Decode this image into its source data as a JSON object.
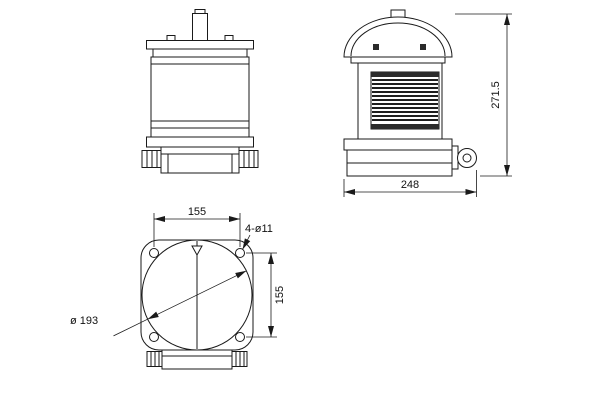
{
  "drawing": {
    "background": "#ffffff",
    "line_color": "#1a1a1a",
    "dimensions": {
      "overall_height": "271.5",
      "base_width": "248",
      "bolt_spacing_horizontal": "155",
      "bolt_spacing_vertical": "155",
      "bolt_holes_label": "4-ø11",
      "flange_diameter_label": "ø 193"
    }
  }
}
